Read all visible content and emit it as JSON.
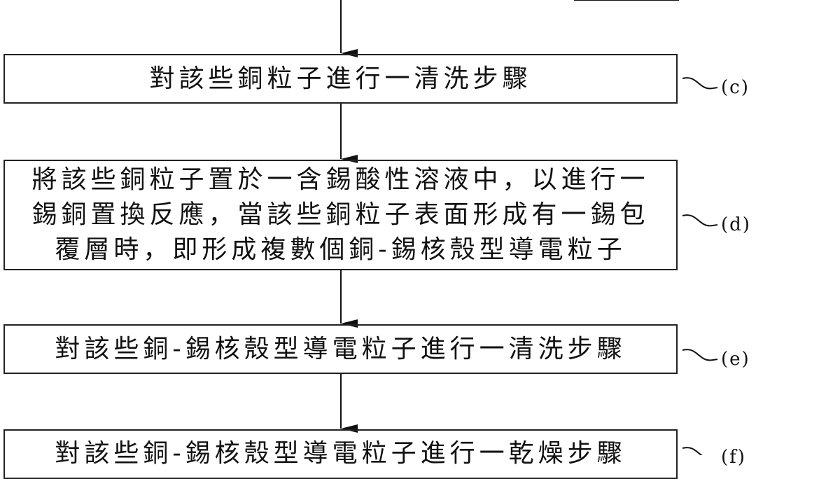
{
  "steps": [
    {
      "id": "c",
      "label": "(c)",
      "lines": [
        "對該些銅粒子進行一清洗步驟"
      ]
    },
    {
      "id": "d",
      "label": "(d)",
      "lines": [
        "將該些銅粒子置於一含錫酸性溶液中，以進行一",
        "錫銅置換反應，當該些銅粒子表面形成有一錫包",
        "覆層時，即形成複數個銅-錫核殼型導電粒子"
      ]
    },
    {
      "id": "e",
      "label": "(e)",
      "lines": [
        "對該些銅-錫核殼型導電粒子進行一清洗步驟"
      ]
    },
    {
      "id": "f",
      "label": "(f)",
      "lines": [
        "對該些銅-錫核殼型導電粒子進行一乾燥步驟"
      ]
    }
  ]
}
